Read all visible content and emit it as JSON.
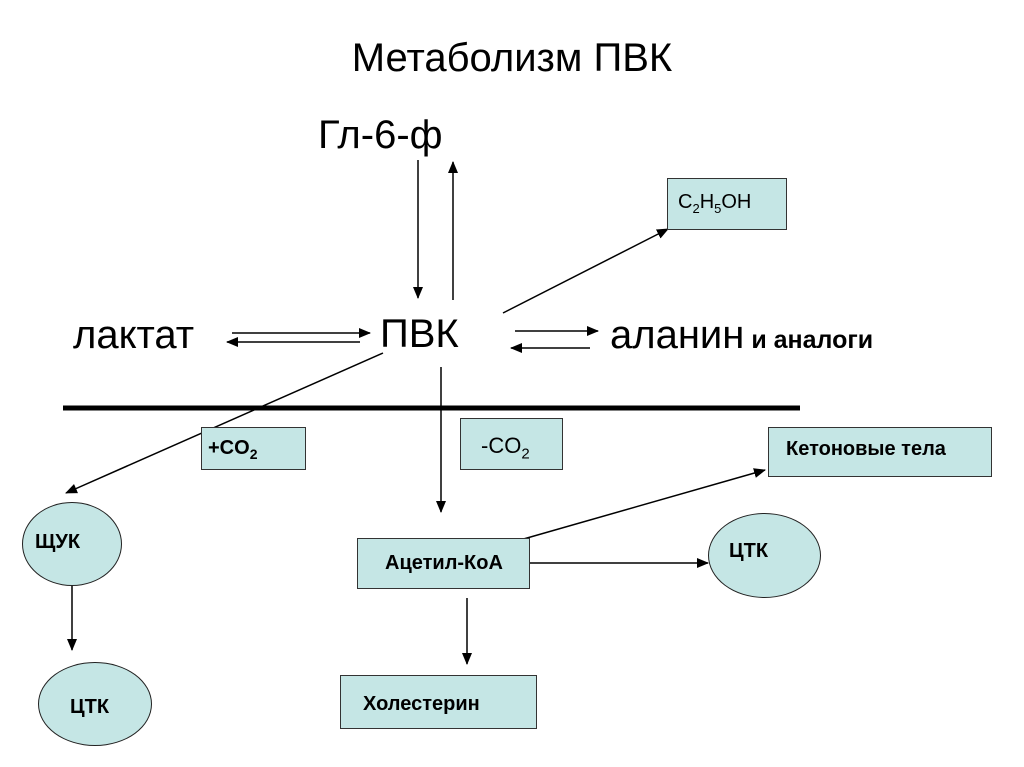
{
  "title": "Метаболизм ПВК",
  "nodes": {
    "gl6f": "Гл-6-ф",
    "pvk": "ПВК",
    "lactate": "лактат",
    "alanine": "аланин",
    "alanine_suffix": "и аналоги",
    "ethanol": {
      "c": "C",
      "s1": "2",
      "h": "H",
      "s2": "5",
      "oh": "OH"
    },
    "plus_co2": {
      "prefix": "+CO",
      "sub": "2"
    },
    "minus_co2": {
      "prefix": "-CO",
      "sub": "2"
    },
    "ketone": "Кетоновые тела",
    "shuk": "ЩУК",
    "acetyl": "Ацетил-КоА",
    "tca_right": "ЦТК",
    "tca_left": "ЦТК",
    "cholesterol": "Холестерин"
  },
  "colors": {
    "box_fill": "#c5e6e5",
    "line": "#000000"
  }
}
